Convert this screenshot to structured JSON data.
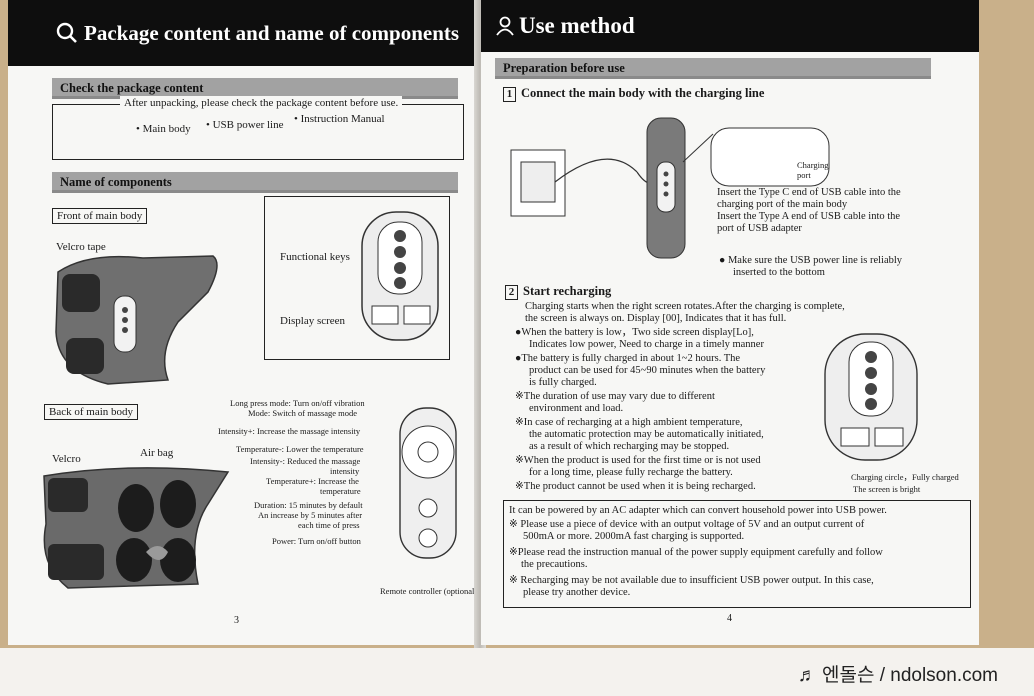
{
  "left_page": {
    "header_title": "Package content and name of components",
    "section_check": "Check the package content",
    "check_intro": "After unpacking, please check the package content before use.",
    "package_items": [
      "• Main body",
      "• USB power line",
      "• Instruction Manual"
    ],
    "section_names": "Name of components",
    "front_label": "Front of main body",
    "velcro_tape": "Velcro tape",
    "functional_keys": "Functional keys",
    "display_screen": "Display screen",
    "back_label": "Back of main body",
    "velcro": "Velcro",
    "air_bag": "Air bag",
    "remote_labels": [
      "Long press mode: Turn on/off vibration",
      "Mode: Switch of massage mode",
      "Intensity+: Increase the massage intensity",
      "Temperature-: Lower the temperature",
      "Intensity-: Reduced the massage",
      "intensity",
      "Temperature+: Increase the",
      "temperature",
      "Duration: 15 minutes by default",
      "An increase by 5 minutes after",
      "each time of press",
      "Power: Turn on/off button"
    ],
    "remote_caption": "Remote controller (optional)",
    "page_number": "3"
  },
  "right_page": {
    "header_title": "Use method",
    "section_prep": "Preparation before use",
    "step1_num": "1",
    "step1_title": "Connect the main body with the charging line",
    "charging_port": "Charging port",
    "step1_desc": [
      "Insert the Type C end of USB cable into the",
      "charging port of the main body",
      "Insert the Type A end of USB cable into the",
      "port of USB adapter"
    ],
    "step1_note": [
      "● Make sure the USB power line is reliably",
      "inserted to the bottom"
    ],
    "step2_num": "2",
    "step2_title": "Start recharging",
    "step2_lines": [
      "Charging starts when the right screen rotates.After the charging is complete,",
      "the screen is always on. Display [00], Indicates that it has full.",
      "●When the battery is low，Two side screen display[Lo],",
      "Indicates low power, Need to charge in a timely manner",
      "●The battery is fully charged in about 1~2 hours. The",
      "product can be used for 45~90  minutes when the battery",
      "is fully charged.",
      "※The duration of use may vary due to different",
      "environment and load.",
      "※In case of recharging at a high ambient temperature,",
      "the automatic protection may be automatically initiated,",
      "as a result of which recharging may be stopped.",
      "※When the product is used for the first time or is not used",
      "for a long time, please fully recharge the battery.",
      "※The product cannot be used when it is being recharged."
    ],
    "charge_caption": [
      "Charging circle，Fully charged",
      "The screen is bright"
    ],
    "ac_box_lines": [
      "It can be powered by an AC adapter which can convert household power into USB power.",
      "※ Please use a piece of device with an output voltage of 5V and an output current of",
      "500mA or more. 2000mA fast charging is supported.",
      "※Please read the instruction manual of the power supply equipment carefully and follow",
      "the precautions.",
      "※ Recharging may be not available due to insufficient USB power output. In this case,",
      "please try another device."
    ],
    "page_number": "4"
  },
  "watermark": "♬ 엔돌슨 / ndolson.com",
  "colors": {
    "banner": "#0e0e0e",
    "section_bar": "#a2a2a2",
    "paper": "#f7f7f5",
    "table": "#c9b08a"
  }
}
